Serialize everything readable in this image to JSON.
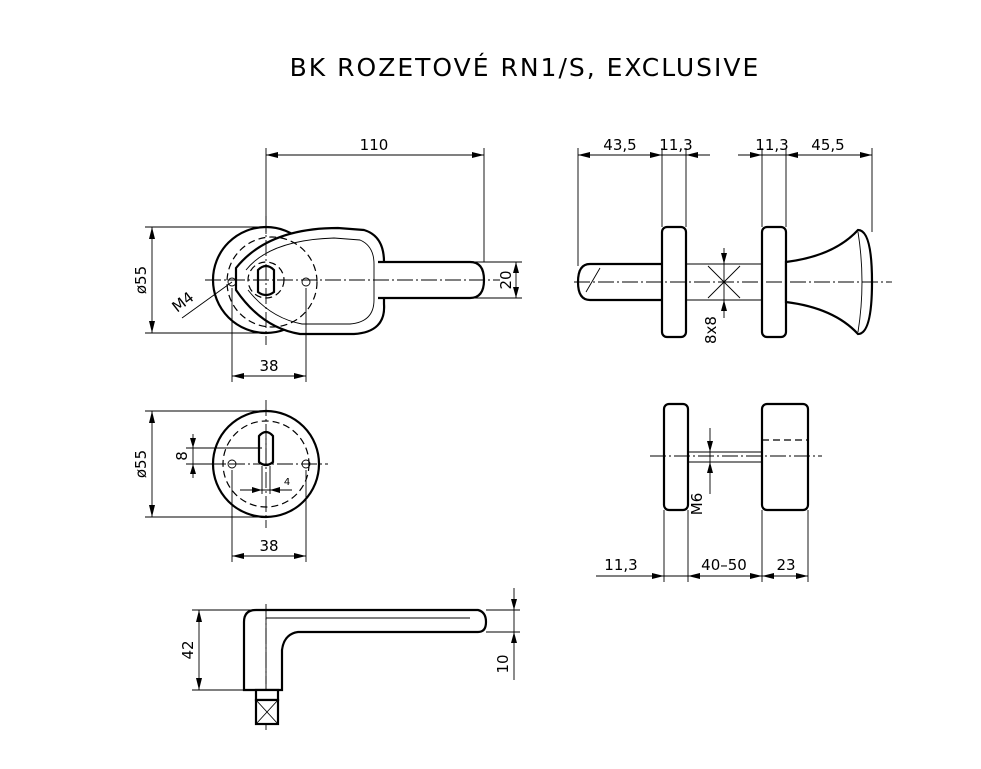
{
  "title": "BK ROZETOVÉ RN1/S, EXCLUSIVE",
  "views": {
    "front": {
      "length": "110",
      "rosette_diameter": "ø55",
      "thread": "M4",
      "hole_spacing": "38",
      "handle_height": "20"
    },
    "side": {
      "left_length": "43,5",
      "left_rosette": "11,3",
      "right_rosette": "11,3",
      "right_length": "45,5",
      "spindle": "8x8"
    },
    "escutcheon": {
      "diameter": "ø55",
      "slot": "8",
      "offset": "4",
      "hole_spacing": "38"
    },
    "knob_side": {
      "rosette": "11,3",
      "door_thickness": "40–50",
      "knob": "23",
      "screw": "M6"
    },
    "top": {
      "height": "42",
      "thickness": "10"
    }
  }
}
